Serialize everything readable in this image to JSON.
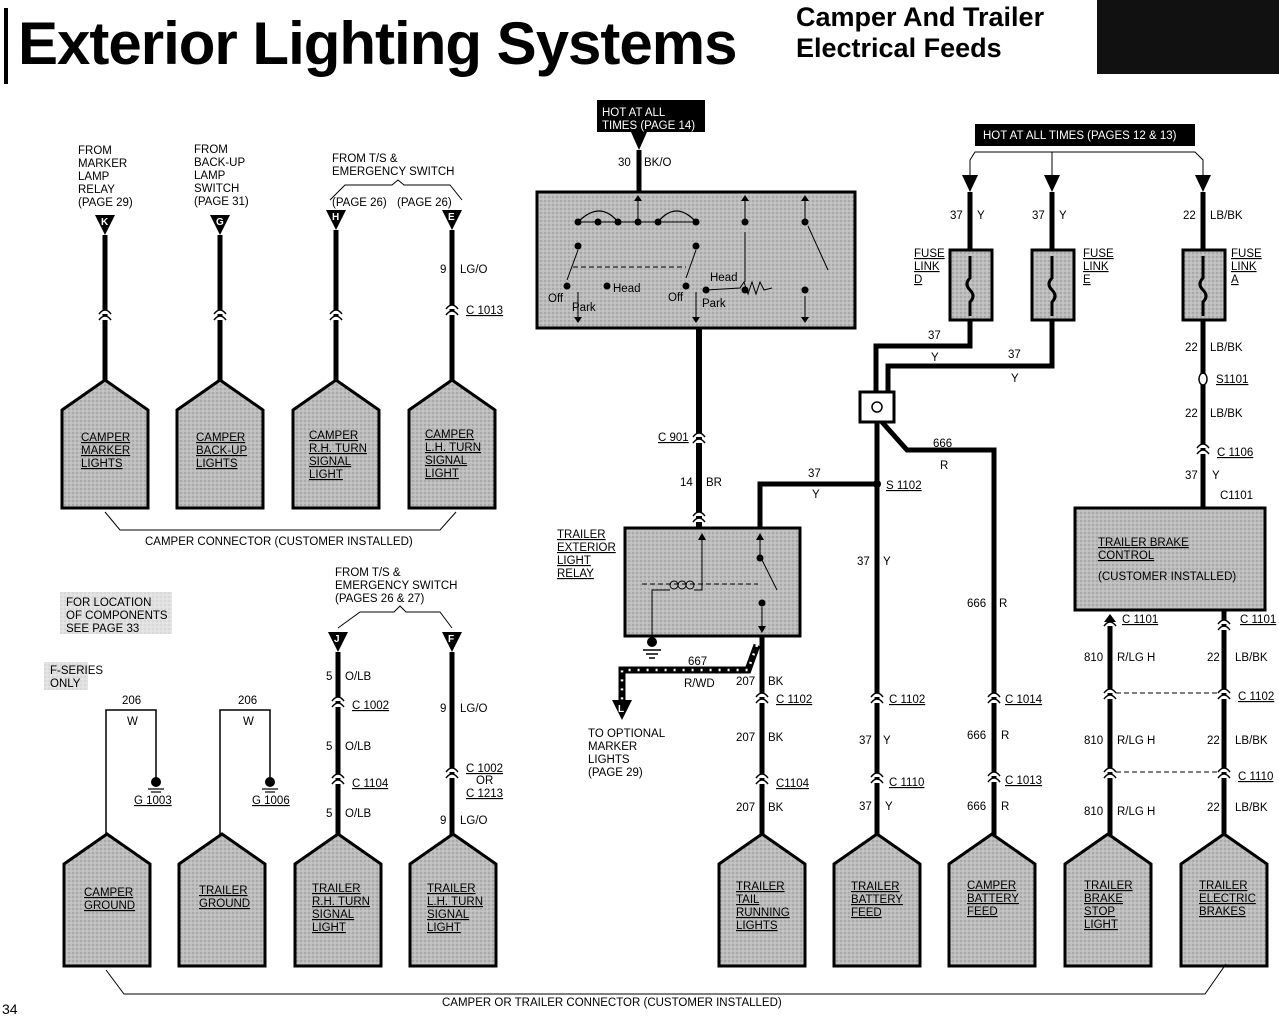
{
  "header": {
    "title": "Exterior Lighting Systems",
    "subtitle_line1": "Camper And Trailer",
    "subtitle_line2": "Electrical Feeds"
  },
  "page_number": "34",
  "top_sources": {
    "hot14": [
      "HOT AT ALL",
      "TIMES (PAGE 14)"
    ],
    "hot12": "HOT AT ALL TIMES (PAGES 12 & 13)",
    "marker_relay": [
      "FROM",
      "MARKER",
      "LAMP",
      "RELAY",
      "(PAGE 29)"
    ],
    "backup_switch": [
      "FROM",
      "BACK-UP",
      "LAMP",
      "SWITCH",
      "(PAGE 31)"
    ],
    "ts_switch_top": [
      "FROM T/S &",
      "EMERGENCY SWITCH"
    ],
    "page26a": "(PAGE 26)",
    "page26b": "(PAGE 26)",
    "ts_switch_bottom": [
      "FROM T/S &",
      "EMERGENCY SWITCH",
      "(PAGES 26 & 27)"
    ]
  },
  "connector_letters": {
    "K": "K",
    "G": "G",
    "H": "H",
    "E": "E",
    "J": "J",
    "F": "F",
    "L": "L"
  },
  "headlamp_switch": {
    "off1": "Off",
    "park1": "Park",
    "head1": "Head",
    "off2": "Off",
    "park2": "Park",
    "head2": "Head"
  },
  "wires": {
    "w30": "30",
    "w30c": "BK/O",
    "w9a": "9",
    "w9ac": "LG/O",
    "c1013a": "C 1013",
    "c901": "C 901",
    "w14": "14",
    "w14c": "BR",
    "w37a": "37",
    "w37ac": "Y",
    "w37b": "37",
    "w37bc": "Y",
    "w22a": "22",
    "w22ac": "LB/BK",
    "w37c": "37",
    "w37cc": "Y",
    "w37d": "37",
    "w37dc": "Y",
    "w22b": "22",
    "w22bc": "LB/BK",
    "s1101": "S1101",
    "w22c": "22",
    "w22cc": "LB/BK",
    "c1106": "C 1106",
    "w37e": "37",
    "w37ec": "Y",
    "c1101top": "C1101",
    "w666": "666",
    "w666c": "R",
    "w37f": "37",
    "w37fc": "Y",
    "s1102": "S 1102",
    "w37g": "37",
    "w37gc": "Y",
    "w666b": "666",
    "w666bc": "R",
    "w667": "667",
    "w667c": "R/WD",
    "w207a": "207",
    "w207ac": "BK",
    "c1102a": "C 1102",
    "c1102b": "C 1102",
    "c1014": "C 1014",
    "w207b": "207",
    "w207bc": "BK",
    "w37h": "37",
    "w37hc": "Y",
    "w666c2": "666",
    "w666c2c": "R",
    "c1104a": "C1104",
    "c1110a": "C 1110",
    "c1013b": "C 1013",
    "w207c": "207",
    "w207cc": "BK",
    "w37i": "37",
    "w37ic": "Y",
    "w666d": "666",
    "w666dc": "R",
    "c1101a": "C 1101",
    "c1101b": "C 1101",
    "w810a": "810",
    "w810ac": "R/LG H",
    "w22d": "22",
    "w22dc": "LB/BK",
    "c1102c": "C 1102",
    "w810b": "810",
    "w810bc": "R/LG H",
    "w22e": "22",
    "w22ec": "LB/BK",
    "c1110b": "C 1110",
    "w810c": "810",
    "w810cc": "R/LG H",
    "w22f": "22",
    "w22fc": "LB/BK",
    "w206a": "206",
    "w206ac": "W",
    "w206b": "206",
    "w206bc": "W",
    "g1003": "G 1003",
    "g1006": "G 1006",
    "w5a": "5",
    "w5ac": "O/LB",
    "c1002a": "C 1002",
    "w9b": "9",
    "w9bc": "LG/O",
    "w5b": "5",
    "w5bc": "O/LB",
    "c1104b": "C 1104",
    "c1002b": "C 1002",
    "or": "OR",
    "c1213": "C 1213",
    "w5c": "5",
    "w5cc": "O/LB",
    "w9c": "9",
    "w9cc": "LG/O"
  },
  "fuse_links": {
    "d": [
      "FUSE",
      "LINK",
      "D"
    ],
    "e": [
      "FUSE",
      "LINK",
      "E"
    ],
    "a": [
      "FUSE",
      "LINK",
      "A"
    ]
  },
  "relay_label": [
    "TRAILER",
    "EXTERIOR",
    "LIGHT",
    "RELAY"
  ],
  "brake_control": {
    "line1": "TRAILER BRAKE",
    "line2": "CONTROL",
    "line3": "(CUSTOMER INSTALLED)"
  },
  "notes": {
    "location": [
      "FOR LOCATION",
      "OF COMPONENTS",
      "SEE PAGE 33"
    ],
    "fseries": [
      "F-SERIES",
      "ONLY"
    ],
    "optional": [
      "TO OPTIONAL",
      "MARKER",
      "LIGHTS",
      "(PAGE 29)"
    ]
  },
  "camper_loads": [
    [
      "CAMPER",
      "MARKER",
      "LIGHTS"
    ],
    [
      "CAMPER",
      "BACK-UP",
      "LIGHTS"
    ],
    [
      "CAMPER",
      "R.H. TURN",
      "SIGNAL",
      "LIGHT"
    ],
    [
      "CAMPER",
      "L.H. TURN",
      "SIGNAL",
      "LIGHT"
    ]
  ],
  "bottom_loads": [
    [
      "CAMPER",
      "GROUND"
    ],
    [
      "TRAILER",
      "GROUND"
    ],
    [
      "TRAILER",
      "R.H. TURN",
      "SIGNAL",
      "LIGHT"
    ],
    [
      "TRAILER",
      "L.H. TURN",
      "SIGNAL",
      "LIGHT"
    ],
    [
      "TRAILER",
      "TAIL",
      "RUNNING",
      "LIGHTS"
    ],
    [
      "TRAILER",
      "BATTERY",
      "FEED"
    ],
    [
      "CAMPER",
      "BATTERY",
      "FEED"
    ],
    [
      "TRAILER",
      "BRAKE",
      "STOP",
      "LIGHT"
    ],
    [
      "TRAILER",
      "ELECTRIC",
      "BRAKES"
    ]
  ],
  "camper_connector": "CAMPER CONNECTOR (CUSTOMER INSTALLED)",
  "trailer_connector": "CAMPER OR TRAILER CONNECTOR (CUSTOMER INSTALLED)"
}
